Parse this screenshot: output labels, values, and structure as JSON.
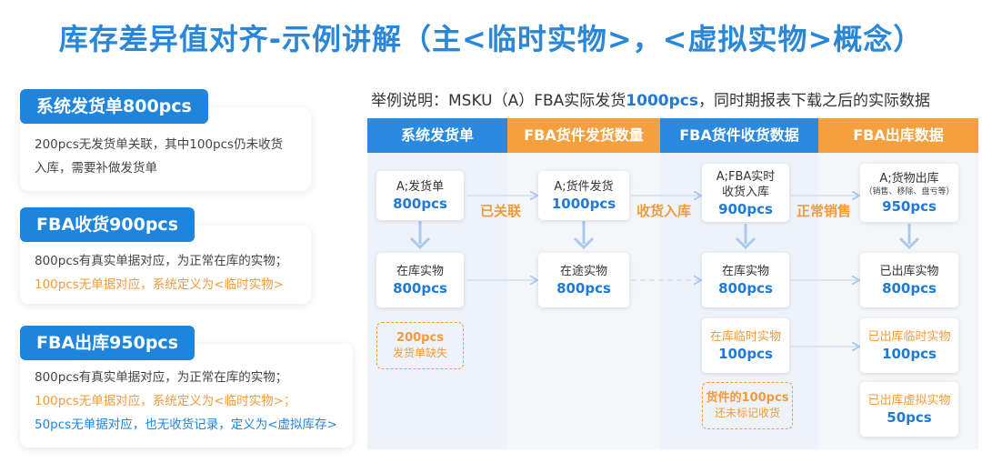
{
  "title": "库存差异值对齐-示例讲解（主<临时实物>，<虚拟实物>概念）",
  "subtitle": {
    "prefix": "举例说明：MSKU（A）FBA实际发货",
    "highlight": "1000pcs",
    "suffix": "，同时期报表下载之后的实际数据"
  },
  "cards": [
    {
      "head": "系统发货单800pcs",
      "lines": [
        "200pcs无发货单关联，其中100pcs仍未收货",
        "入库，需要补做发货单"
      ]
    },
    {
      "head": "FBA收货900pcs",
      "lines": [
        "800pcs有真实单据对应，为正常在库的实物；",
        "100pcs无单据对应，系统定义为<临时实物>"
      ]
    },
    {
      "head": "FBA出库950pcs",
      "lines": [
        "800pcs有真实单据对应，为正常在库的实物；",
        "100pcs无单据对应，系统定义为<临时实物>；",
        "50pcs无单据对应，也无收货记录，定义为<虚拟库存>"
      ]
    }
  ],
  "columns": [
    "系统发货单",
    "FBA货件发货数量",
    "FBA货件收货数据",
    "FBA出库数据"
  ],
  "connectors": [
    "已关联",
    "收货入库",
    "正常销售"
  ],
  "boxes": {
    "c1_top": {
      "label": "A;发货单",
      "value": "800pcs"
    },
    "c1_mid": {
      "label": "在库实物",
      "value": "800pcs"
    },
    "c1_dash": {
      "value": "200pcs",
      "label": "发货单缺失"
    },
    "c2_top": {
      "label": "A;货件发货",
      "value": "1000pcs"
    },
    "c2_mid": {
      "label": "在途实物",
      "value": "800pcs"
    },
    "c3_top": {
      "label1": "A;FBA实时",
      "label2": "收货入库",
      "value": "900pcs"
    },
    "c3_mid": {
      "label": "在库实物",
      "value": "800pcs"
    },
    "c3_temp": {
      "label": "在库临时实物",
      "value": "100pcs"
    },
    "c3_dash": {
      "value": "货件的100pcs",
      "label": "还未标记收货"
    },
    "c4_top": {
      "label": "A;货物出库",
      "small": "（销售、移除、盘亏等）",
      "value": "950pcs"
    },
    "c4_mid": {
      "label": "已出库实物",
      "value": "800pcs"
    },
    "c4_temp": {
      "label": "已出库临时实物",
      "value": "100pcs"
    },
    "c4_virt": {
      "label": "已出库虚拟实物",
      "value": "50pcs"
    }
  },
  "colors": {
    "blue": "#1f84dc",
    "orange": "#f39a3a",
    "col_blue_bg": "#eef3fb",
    "col_orange_bg": "#f4f6f9"
  }
}
